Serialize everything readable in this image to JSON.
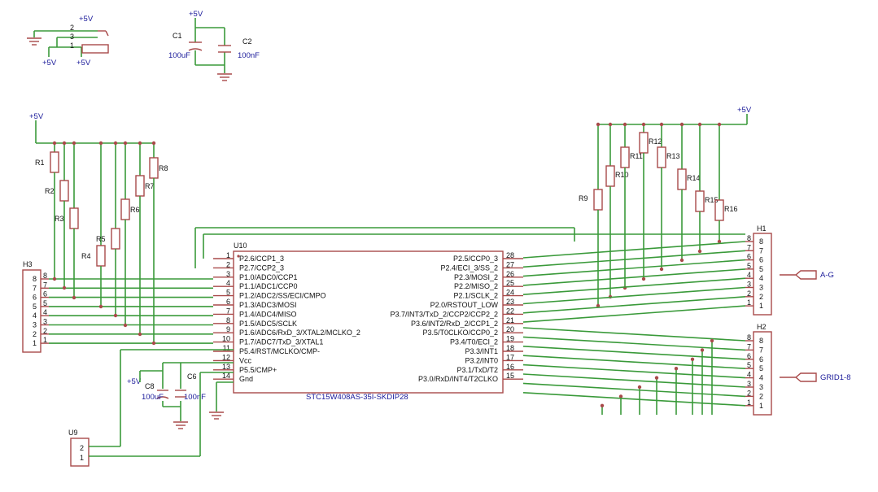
{
  "power": {
    "vcc": "+5V"
  },
  "top_switch": {
    "pins": [
      "2",
      "3",
      "1"
    ]
  },
  "caps_top": {
    "c1": "C1",
    "c1_val": "100uF",
    "c2": "C2",
    "c2_val": "100nF"
  },
  "caps_bottom": {
    "c8": "C8",
    "c8_val": "100uF",
    "c6": "C6",
    "c6_val": "100nF"
  },
  "resistors_left": [
    "R1",
    "R2",
    "R3",
    "R4",
    "R5",
    "R6",
    "R7",
    "R8"
  ],
  "resistors_right": [
    "R9",
    "R10",
    "R11",
    "R12",
    "R13",
    "R14",
    "R15",
    "R16"
  ],
  "chip": {
    "ref": "U10",
    "part": "STC15W408AS-35I-SKDIP28",
    "left_pins": [
      {
        "num": "1",
        "name": "P2.6/CCP1_3"
      },
      {
        "num": "2",
        "name": "P2.7/CCP2_3"
      },
      {
        "num": "3",
        "name": "P1.0/ADC0/CCP1"
      },
      {
        "num": "4",
        "name": "P1.1/ADC1/CCP0"
      },
      {
        "num": "5",
        "name": "P1.2/ADC2/SS/ECI/CMPO"
      },
      {
        "num": "6",
        "name": "P1.3/ADC3/MOSI"
      },
      {
        "num": "7",
        "name": "P1.4/ADC4/MISO"
      },
      {
        "num": "8",
        "name": "P1.5/ADC5/SCLK"
      },
      {
        "num": "9",
        "name": "P1.6/ADC6/RxD_3/XTAL2/MCLKO_2"
      },
      {
        "num": "10",
        "name": "P1.7/ADC7/TxD_3/XTAL1"
      },
      {
        "num": "11",
        "name": "P5.4/RST/MCLKO/CMP-"
      },
      {
        "num": "12",
        "name": "Vcc"
      },
      {
        "num": "13",
        "name": "P5.5/CMP+"
      },
      {
        "num": "14",
        "name": "Gnd"
      }
    ],
    "right_pins": [
      {
        "num": "28",
        "name": "P2.5/CCP0_3"
      },
      {
        "num": "27",
        "name": "P2.4/ECI_3/SS_2"
      },
      {
        "num": "26",
        "name": "P2.3/MOSI_2"
      },
      {
        "num": "25",
        "name": "P2.2/MISO_2"
      },
      {
        "num": "24",
        "name": "P2.1/SCLK_2"
      },
      {
        "num": "23",
        "name": "P2.0/RSTOUT_LOW"
      },
      {
        "num": "22",
        "name": "P3.7/INT3/TxD_2/CCP2/CCP2_2"
      },
      {
        "num": "21",
        "name": "P3.6/INT2/RxD_2/CCP1_2"
      },
      {
        "num": "20",
        "name": "P3.5/T0CLKO/CCP0_2"
      },
      {
        "num": "19",
        "name": "P3.4/T0/ECI_2"
      },
      {
        "num": "18",
        "name": "P3.3/INT1"
      },
      {
        "num": "17",
        "name": "P3.2/INT0"
      },
      {
        "num": "16",
        "name": "P3.1/TxD/T2"
      },
      {
        "num": "15",
        "name": "P3.0/RxD/INT4/T2CLKO"
      }
    ]
  },
  "h3": {
    "ref": "H3",
    "pins": [
      "8",
      "7",
      "6",
      "5",
      "4",
      "3",
      "2",
      "1"
    ]
  },
  "h1": {
    "ref": "H1",
    "pins": [
      "8",
      "7",
      "6",
      "5",
      "4",
      "3",
      "2",
      "1"
    ],
    "net": "A-G"
  },
  "h2": {
    "ref": "H2",
    "pins": [
      "8",
      "7",
      "6",
      "5",
      "4",
      "3",
      "2",
      "1"
    ],
    "net": "GRID1-8"
  },
  "u9": {
    "ref": "U9",
    "pins": [
      "2",
      "1"
    ]
  }
}
